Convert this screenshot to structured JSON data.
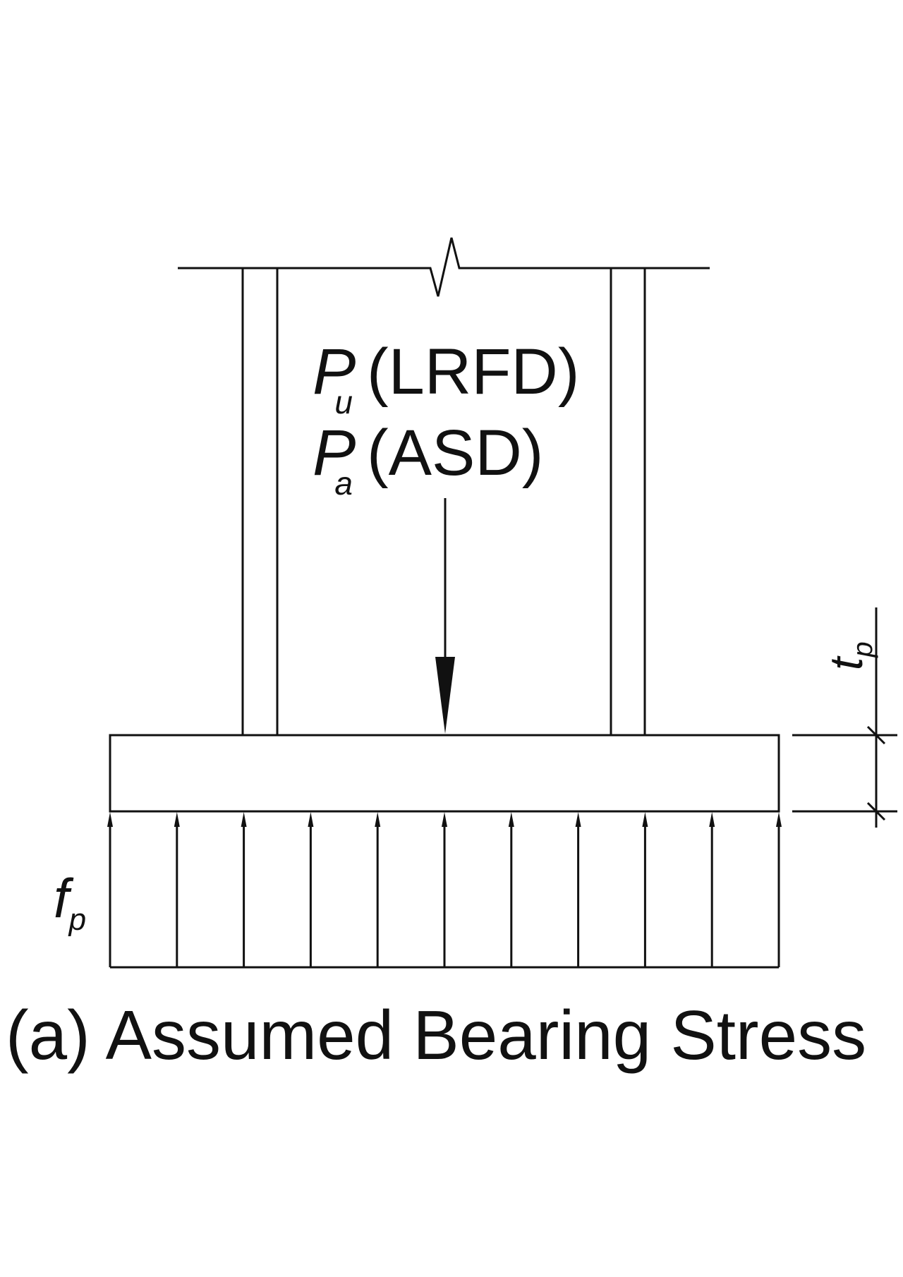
{
  "load": {
    "lrfd_symbol": "P",
    "lrfd_subscript": "u",
    "lrfd_label": "(LRFD)",
    "asd_symbol": "P",
    "asd_subscript": "a",
    "asd_label": "(ASD)"
  },
  "thickness": {
    "symbol": "t",
    "subscript": "p"
  },
  "bearing": {
    "symbol": "f",
    "subscript": "p",
    "arrow_count": 11
  },
  "caption": "(a) Assumed Bearing Stress"
}
